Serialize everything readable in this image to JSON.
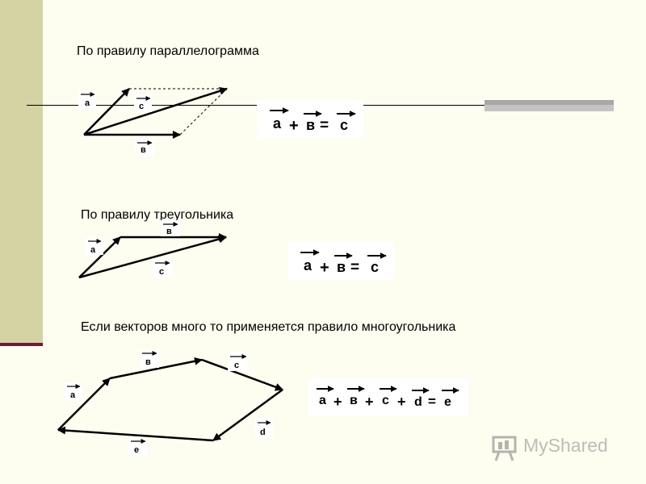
{
  "headings": {
    "parallelogram": "По правилу параллелограмма",
    "triangle": "По правилу треугольника",
    "polygon": "Если векторов много то применяется правило многоугольника"
  },
  "vector_labels": {
    "a": "a",
    "b": "в",
    "c": "c",
    "d": "d",
    "e": "e"
  },
  "equations": {
    "parallelogram": [
      "a",
      "+",
      "в",
      "=",
      "c"
    ],
    "triangle": [
      "a",
      "+",
      "в",
      "=",
      "c"
    ],
    "polygon": [
      "a",
      "+",
      "в",
      "+",
      "c",
      "+",
      "d",
      "=",
      "e"
    ]
  },
  "watermark": {
    "text": "MyShared"
  },
  "colors": {
    "band": "#d5d2a3",
    "band_edge": "#6b1a3a",
    "background": "#fdfdf0",
    "vector": "#000000"
  }
}
